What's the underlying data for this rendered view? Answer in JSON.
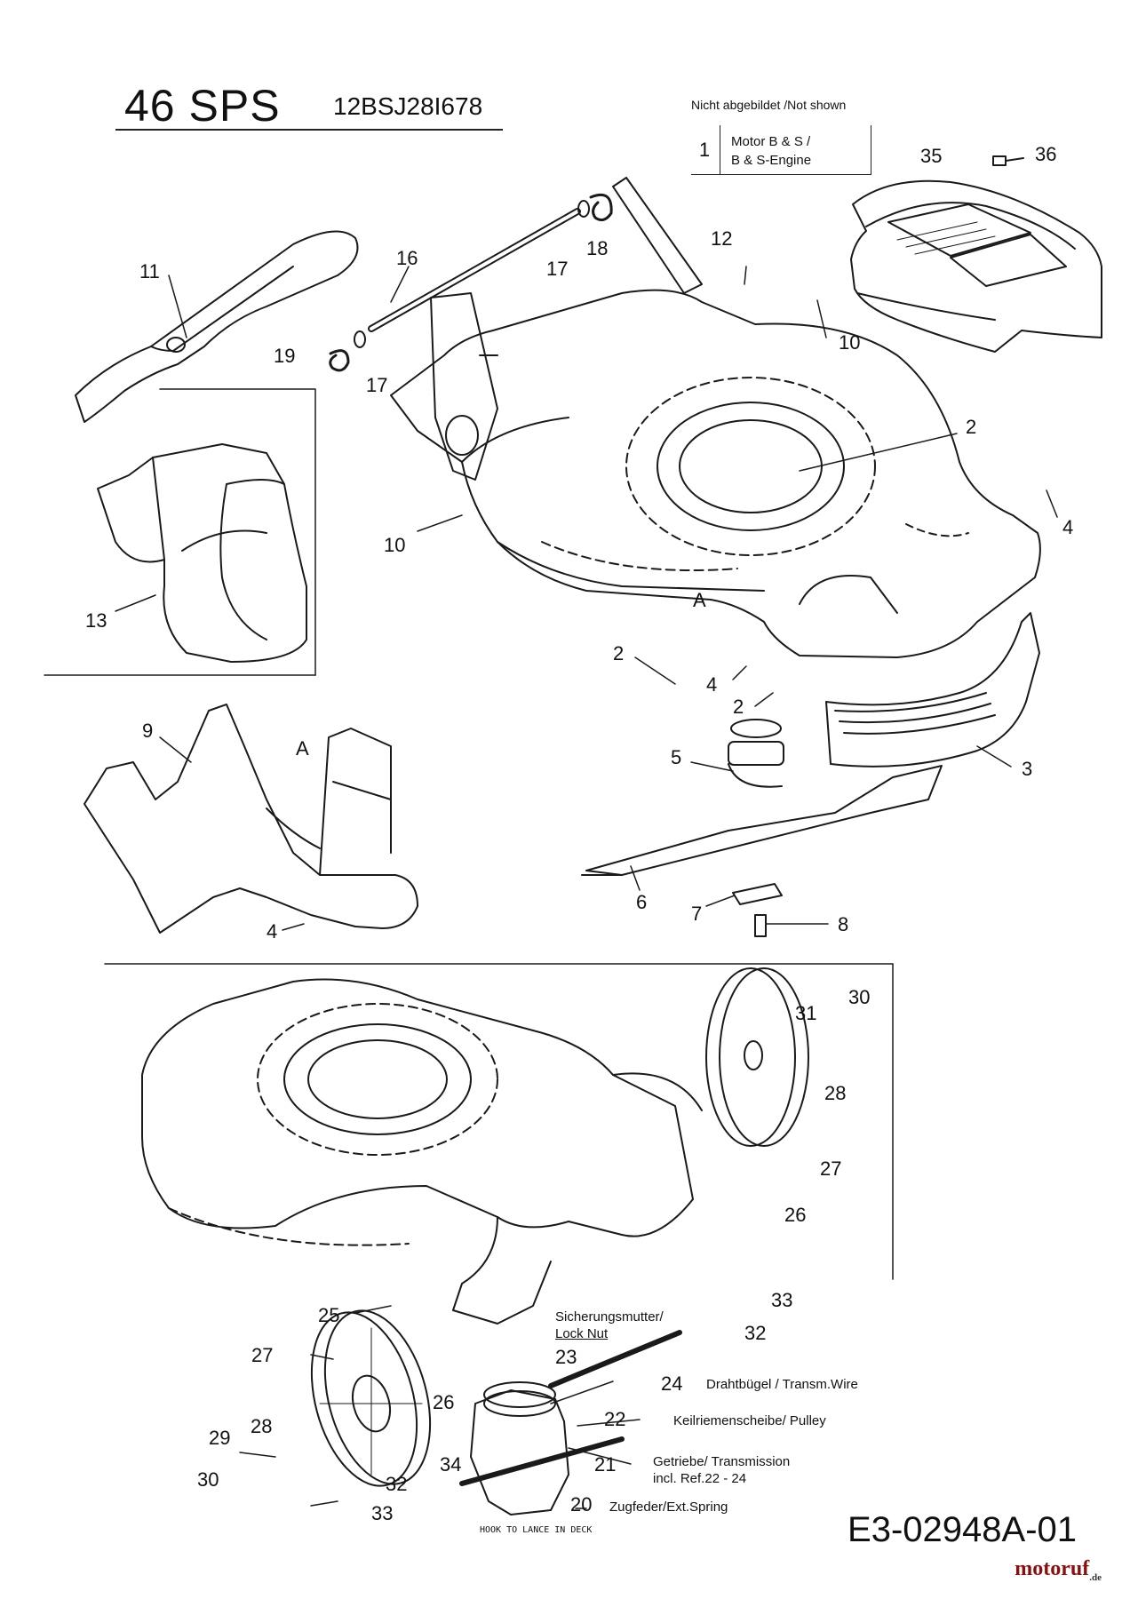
{
  "header": {
    "model": "46 SPS",
    "code": "12BSJ28I678",
    "not_shown_title": "Nicht abgebildet /Not shown",
    "not_shown_number": "1",
    "not_shown_line1": "Motor B & S /",
    "not_shown_line2": "B & S-Engine"
  },
  "labels": {
    "p35": "35",
    "p36": "36",
    "p11": "11",
    "p16": "16",
    "p17a": "17",
    "p18": "18",
    "p12": "12",
    "p10a": "10",
    "p19": "19",
    "p17b": "17",
    "p2a": "2",
    "p4a": "4",
    "p10b": "10",
    "p13": "13",
    "pA1": "A",
    "p2b": "2",
    "p4b": "4",
    "p2c": "2",
    "p3": "3",
    "p9": "9",
    "pA2": "A",
    "p5": "5",
    "p6": "6",
    "p7": "7",
    "p8": "8",
    "p4c": "4",
    "p30a": "30",
    "p31": "31",
    "p28a": "28",
    "p27a": "27",
    "p26a": "26",
    "p25": "25",
    "p33a": "33",
    "p32a": "32",
    "p23": "23",
    "p24": "24",
    "p27b": "27",
    "p26b": "26",
    "p22": "22",
    "p29": "29",
    "p28b": "28",
    "p34": "34",
    "p21": "21",
    "p30b": "30",
    "p32b": "32",
    "p20": "20",
    "p33b": "33"
  },
  "notes": {
    "lock_nut_1": "Sicherungsmutter/",
    "lock_nut_2": "Lock Nut",
    "wire": "Drahtbügel / Transm.Wire",
    "pulley": "Keilriemenscheibe/ Pulley",
    "transmission_1": "Getriebe/ Transmission",
    "transmission_2": "incl. Ref.22 - 24",
    "spring": "Zugfeder/Ext.Spring",
    "hook": "HOOK TO LANCE IN DECK"
  },
  "footer": {
    "doc_number": "E3-02948A-01",
    "brand": "motoruf",
    "brand_suffix": ".de"
  }
}
